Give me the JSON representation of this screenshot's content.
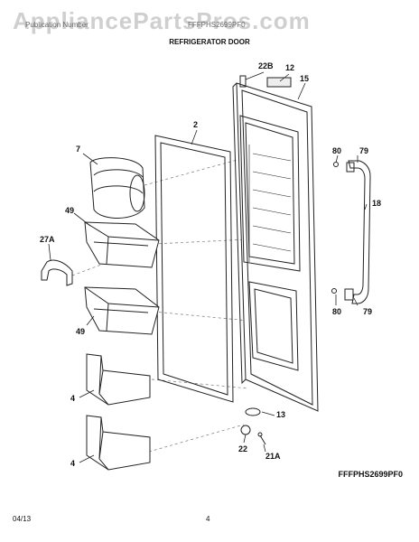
{
  "watermark": "AppliancePartsPros.com",
  "header": {
    "left": "Publication Number",
    "middle": "FFFPHS2699PF0",
    "title": "REFRIGERATOR DOOR"
  },
  "callouts": {
    "c22b": "22B",
    "c12": "12",
    "c15": "15",
    "c2": "2",
    "c7": "7",
    "c80a": "80",
    "c79a": "79",
    "c18": "18",
    "c49a": "49",
    "c27a": "27A",
    "c49b": "49",
    "c80b": "80",
    "c79b": "79",
    "c4a": "4",
    "c13": "13",
    "c22": "22",
    "c21a": "21A",
    "c4b": "4"
  },
  "model_code": "FFFPHS2699PF0",
  "footer": {
    "date": "04/13",
    "page": "4"
  }
}
